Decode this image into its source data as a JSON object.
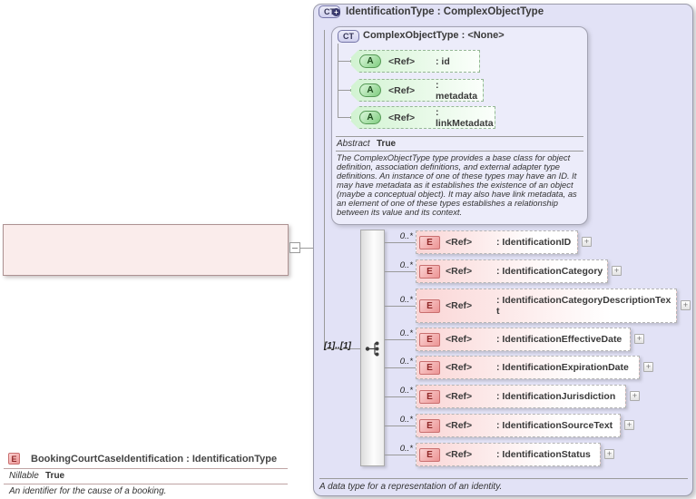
{
  "left_element": {
    "icon": "E",
    "title": "BookingCourtCaseIdentification : IdentificationType",
    "nillable_label": "Nillable",
    "nillable_value": "True",
    "description": "An identifier for the cause of a booking."
  },
  "type_box": {
    "icon": "CT",
    "title": "IdentificationType : ComplexObjectType",
    "footer": "A data type for a representation of an identity.",
    "base_type": {
      "icon": "CT",
      "title": "ComplexObjectType : <None>",
      "attributes": [
        {
          "icon": "A",
          "ref_label": "<Ref>",
          "name_label": ": id"
        },
        {
          "icon": "A",
          "ref_label": "<Ref>",
          "name_label": ": metadata"
        },
        {
          "icon": "A",
          "ref_label": "<Ref>",
          "name_label": ": linkMetadata"
        }
      ],
      "abstract_label": "Abstract",
      "abstract_value": "True",
      "documentation": "The ComplexObjectType type provides a base class for object definition, association definitions, and external adapter type definitions. An instance of one of these types may have an ID. It may have metadata as it establishes the existence of an object (maybe a conceptual object). It may also have link metadata, as an element of one of these types establishes a relationship between its value and its context."
    },
    "sequence": {
      "cardinality": "[1]..[1]",
      "elements": [
        {
          "icon": "E",
          "occurrence": "0..*",
          "ref_label": "<Ref>",
          "name_label": ": IdentificationID",
          "expand": "+"
        },
        {
          "icon": "E",
          "occurrence": "0..*",
          "ref_label": "<Ref>",
          "name_label": ": IdentificationCategory",
          "expand": "+"
        },
        {
          "icon": "E",
          "occurrence": "0..*",
          "ref_label": "<Ref>",
          "name_label": ": IdentificationCategoryDescriptionText",
          "expand": "+"
        },
        {
          "icon": "E",
          "occurrence": "0..*",
          "ref_label": "<Ref>",
          "name_label": ": IdentificationEffectiveDate",
          "expand": "+"
        },
        {
          "icon": "E",
          "occurrence": "0..*",
          "ref_label": "<Ref>",
          "name_label": ": IdentificationExpirationDate",
          "expand": "+"
        },
        {
          "icon": "E",
          "occurrence": "0..*",
          "ref_label": "<Ref>",
          "name_label": ": IdentificationJurisdiction",
          "expand": "+"
        },
        {
          "icon": "E",
          "occurrence": "0..*",
          "ref_label": "<Ref>",
          "name_label": ": IdentificationSourceText",
          "expand": "+"
        },
        {
          "icon": "E",
          "occurrence": "0..*",
          "ref_label": "<Ref>",
          "name_label": ": IdentificationStatus",
          "expand": "+"
        }
      ]
    }
  },
  "colors": {
    "type_background": "#e2e2f6",
    "base_background": "#ececfa",
    "attribute_fill": "#d2f3d2",
    "element_fill": "#fad6d6",
    "left_element_fill": "#faeceb",
    "connector": "#9a9a9a"
  }
}
